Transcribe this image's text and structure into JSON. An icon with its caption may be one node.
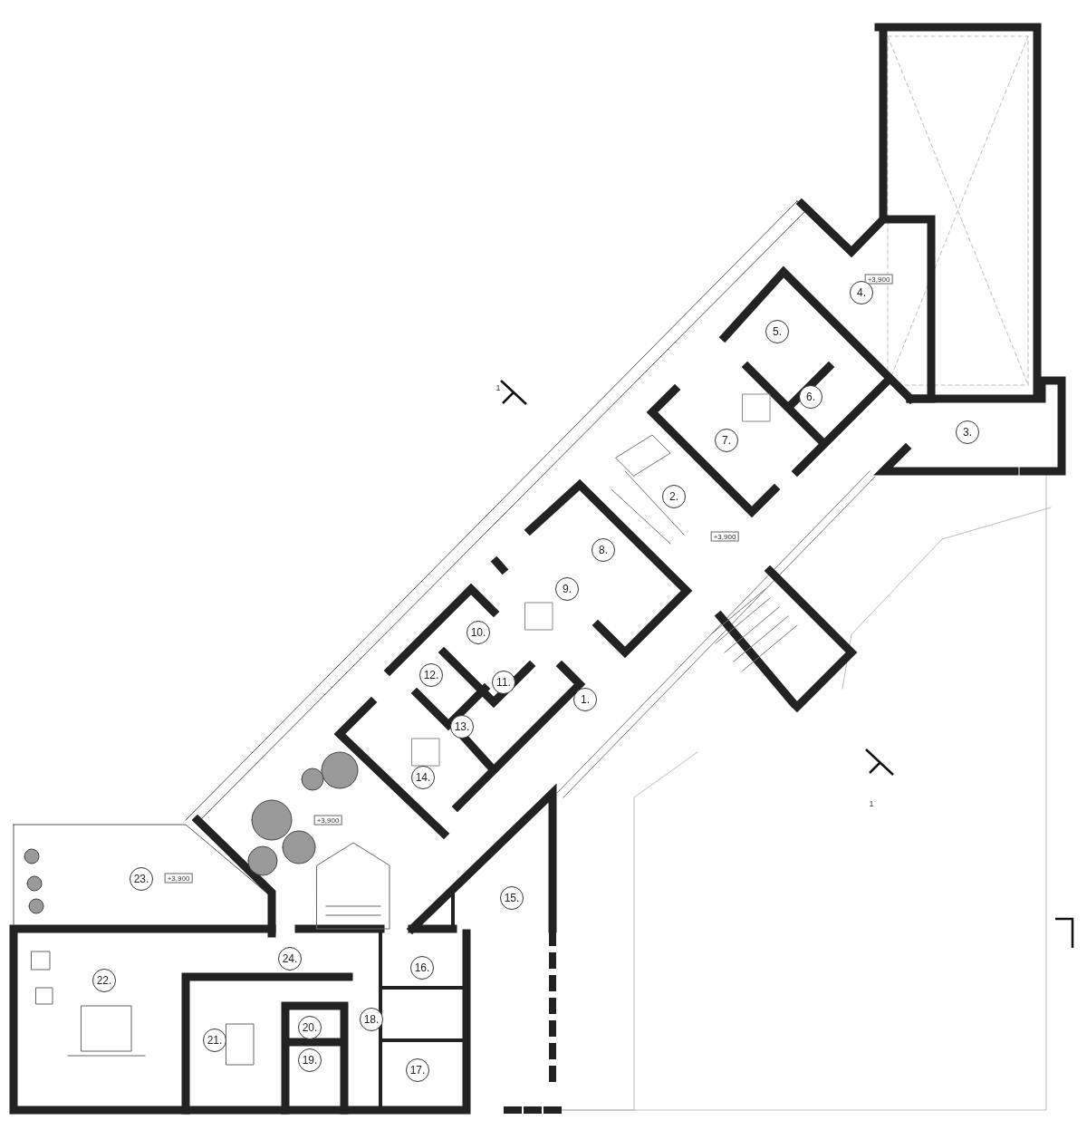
{
  "diagram": {
    "labels": [
      "+3,900",
      "4.",
      "5.",
      "1",
      "6.",
      "3.",
      "7.",
      "2.",
      "+3,900",
      "8.",
      "9.",
      "10.",
      "12.",
      "11.",
      "1.",
      "13.",
      "14.",
      "1",
      "+3,900",
      "23.",
      "+3,900",
      "15.",
      "24.",
      "22.",
      "16.",
      "18.",
      "21.",
      "20.",
      "19.",
      "17."
    ]
  }
}
